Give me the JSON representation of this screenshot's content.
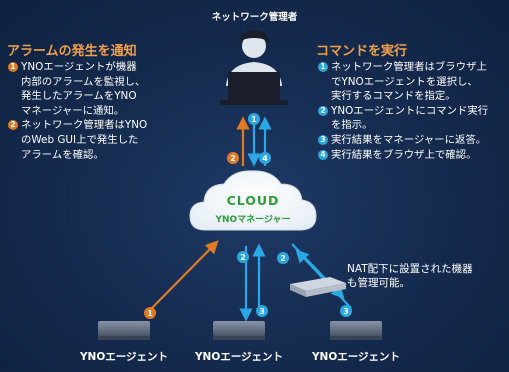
{
  "title": "ネットワーク管理者",
  "left_panel": {
    "heading": "アラームの発生を通知",
    "steps": [
      {
        "number": "1",
        "text": "YNOエージェントが機器\n内部のアラームを監視し、\n発生したアラームをYNO\nマネージャーに通知。"
      },
      {
        "number": "2",
        "text": "ネットワーク管理者はYNO\nのWeb GUI上で発生した\nアラームを確認。"
      }
    ]
  },
  "right_panel": {
    "heading": "コマンドを実行",
    "steps": [
      {
        "number": "1",
        "text": "ネットワーク管理者はブラウザ上\nでYNOエージェントを選択し、\n実行するコマンドを指定。"
      },
      {
        "number": "2",
        "text": "YNOエージェントにコマンド実行\nを指示。"
      },
      {
        "number": "3",
        "text": "実行結果をマネージャーに返答。"
      },
      {
        "number": "4",
        "text": "実行結果をブラウザ上で確認。"
      }
    ]
  },
  "cloud": {
    "label": "CLOUD",
    "sublabel": "YNOマネージャー"
  },
  "nat_note": "NAT配下に設置された機器\nも管理可能。",
  "agents": [
    "YNOエージェント",
    "YNOエージェント",
    "YNOエージェント"
  ],
  "arrow_badges": {
    "admin_left": "2",
    "admin_up": "1",
    "admin_right": "4",
    "agent1": "1",
    "agent2_down": "2",
    "agent2_up": "3",
    "agent3_down": "2",
    "agent3_up": "3"
  },
  "colors": {
    "orange": "#e07a25",
    "blue": "#2aa8e6",
    "heading": "#f0a04a",
    "cloud_text": "#2a9e37",
    "background": "#14294b"
  }
}
